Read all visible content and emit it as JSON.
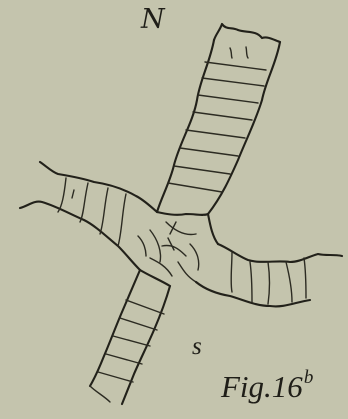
{
  "figure": {
    "north_label": "N",
    "south_label": "s",
    "caption": "Fig.16",
    "caption_superscript": "b"
  },
  "colors": {
    "paper": "#c4c4ad",
    "ink": "#22211a"
  }
}
